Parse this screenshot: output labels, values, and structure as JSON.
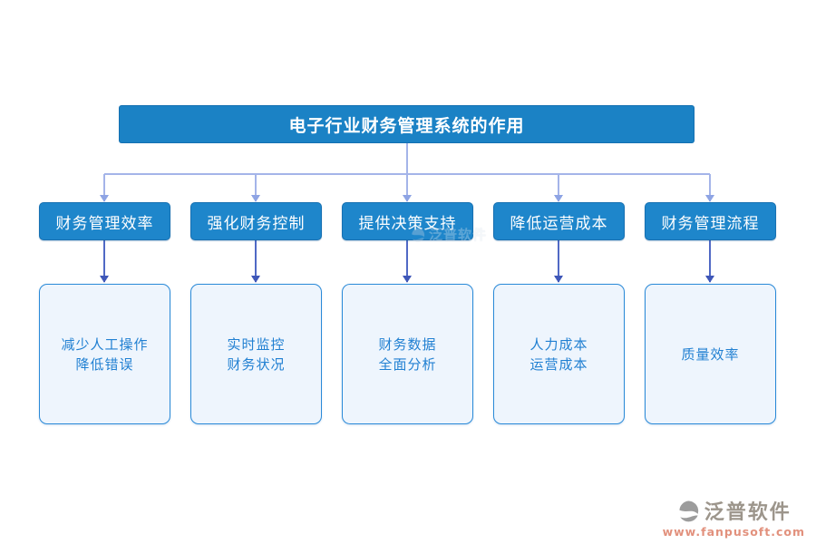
{
  "banner": {
    "title": "电子行业财务管理系统的作用"
  },
  "columns": [
    {
      "label": "财务管理效率",
      "detail": "减少人工操作\n降低错误"
    },
    {
      "label": "强化财务控制",
      "detail": "实时监控\n财务状况"
    },
    {
      "label": "提供决策支持",
      "detail": "财务数据\n全面分析"
    },
    {
      "label": "降低运营成本",
      "detail": "人力成本\n运营成本"
    },
    {
      "label": "财务管理流程",
      "detail": "质量效率"
    }
  ],
  "watermark": {
    "brand": "泛普软件"
  },
  "logo": {
    "brand": "泛普软件",
    "url": "www.fanpusoft.com"
  },
  "colors": {
    "banner_blue": "#1b82c5",
    "node_blue": "#1e86cb",
    "detail_fill": "#eef5fd",
    "detail_border": "#2a8ad8",
    "detail_text": "#2180d2",
    "connector_light": "#a4b4e9",
    "connector_light_arrow": "#8ea4e4",
    "connector_dark": "#5069c5",
    "connector_dark_arrow": "#3f57b8",
    "logo_grey": "#9c958b",
    "logo_url_color": "#e2917d"
  }
}
